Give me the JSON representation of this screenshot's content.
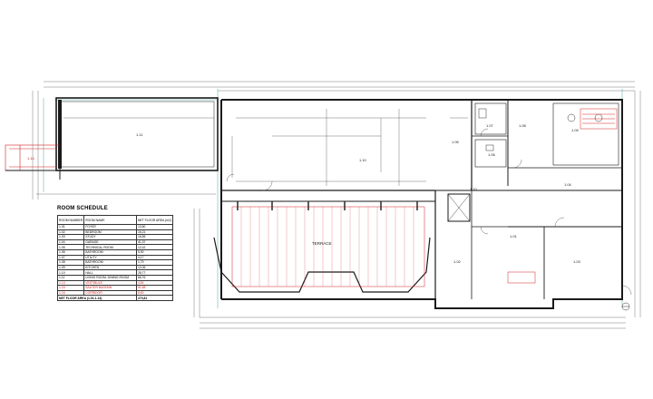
{
  "schedule": {
    "title": "ROOM SCHEDULE",
    "headers": [
      "ROOM NUMBER",
      "ROOM NAME",
      "NET FLOOR AREA (m2)"
    ],
    "rows": [
      {
        "num": "1.01",
        "name": "FOYER",
        "area": "13,60",
        "red": false
      },
      {
        "num": "1.02",
        "name": "BEDROOM",
        "area": "15,21",
        "red": false
      },
      {
        "num": "1.03",
        "name": "STUDY",
        "area": "16,55",
        "red": false
      },
      {
        "num": "1.04",
        "name": "GARAGE",
        "area": "41,37",
        "red": false
      },
      {
        "num": "1.05",
        "name": "TECHNICAL ROOM",
        "area": "12,42",
        "red": false
      },
      {
        "num": "1.06",
        "name": "BATHROOM",
        "area": "5,90",
        "red": false
      },
      {
        "num": "1.07",
        "name": "UTILITY",
        "area": "4,17",
        "red": false
      },
      {
        "num": "1.08",
        "name": "BATHROOM",
        "area": "1,79",
        "red": false
      },
      {
        "num": "1.09",
        "name": "KITCHEN",
        "area": "12,06",
        "red": false
      },
      {
        "num": "1.10",
        "name": "HALL",
        "area": "28,77",
        "red": false
      },
      {
        "num": "1.11",
        "name": "LIVING ROOM, DINING ROOM",
        "area": "66,76",
        "red": false
      },
      {
        "num": "1.14",
        "name": "VESTIBULE",
        "area": "4,54",
        "red": true
      },
      {
        "num": "1.15",
        "name": "SAUTER BASEMN",
        "area": "51,68",
        "red": true
      },
      {
        "num": "1.16",
        "name": "CORRIDOR",
        "area": "8,60",
        "red": true
      }
    ],
    "total": {
      "label": "NET FLOOR AREA (1.01-1.14)",
      "area": "273,81"
    }
  },
  "plan_labels": {
    "terrace": "TERRACE",
    "r111": "1.11",
    "r114": "1.14",
    "r110": "1.10",
    "r107": "1.07",
    "r108": "1.08",
    "r105": "1.05",
    "r101": "1.01",
    "r102": "1.02",
    "r103": "1.03",
    "r104": "1.04",
    "r109": "1.09",
    "r106": "1.06",
    "r1_10": "1.10"
  },
  "colors": {
    "wall": "#1a1a1a",
    "grid": "#2a8a8a",
    "dims": "#3a3a3a",
    "annotation_red": "#d42020"
  }
}
